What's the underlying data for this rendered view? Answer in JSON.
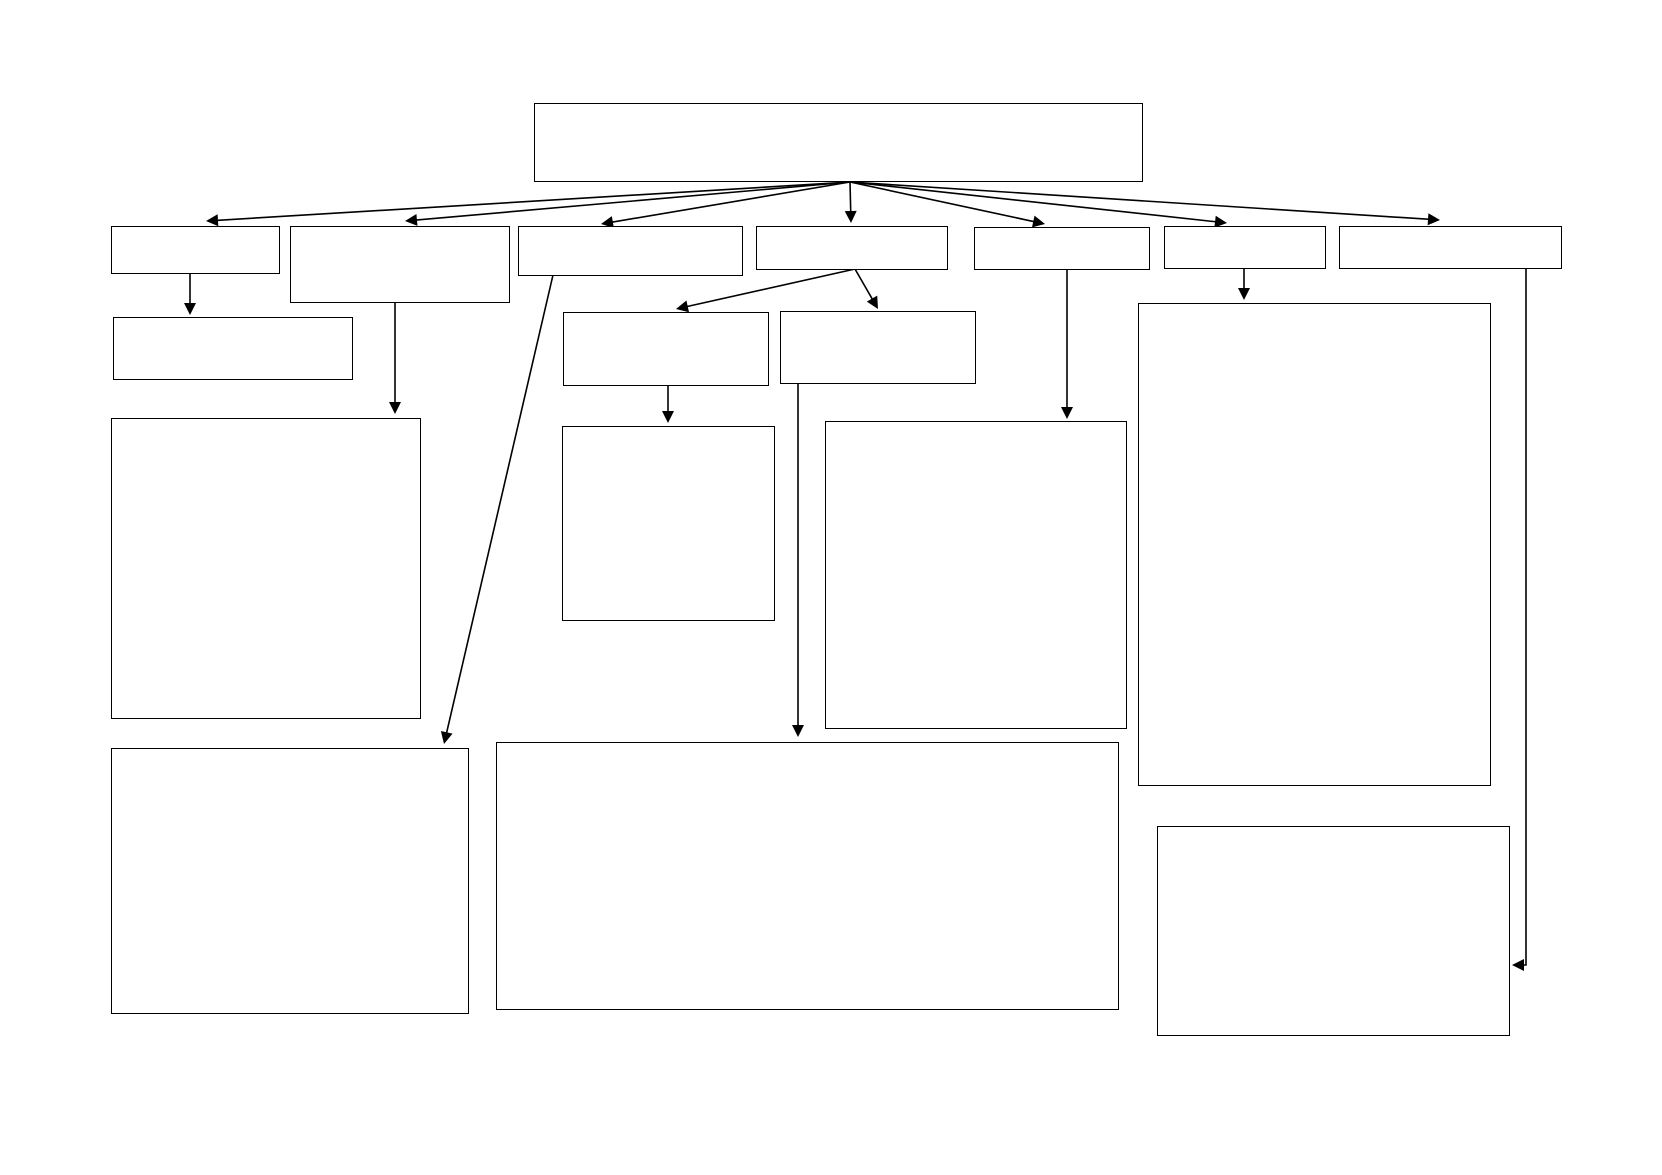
{
  "diagram": {
    "type": "flowchart-template",
    "line_color": "#000000",
    "box_fill": "#ffffff",
    "nodes": [
      {
        "id": "root"
      },
      {
        "id": "level1-box-1"
      },
      {
        "id": "level1-box-2"
      },
      {
        "id": "level1-box-3"
      },
      {
        "id": "level1-box-4"
      },
      {
        "id": "level1-box-5"
      },
      {
        "id": "level1-box-6"
      },
      {
        "id": "level1-box-7"
      },
      {
        "id": "box-1a"
      },
      {
        "id": "box-2a"
      },
      {
        "id": "box-3a"
      },
      {
        "id": "box-4a"
      },
      {
        "id": "box-4b"
      },
      {
        "id": "box-4a-child"
      },
      {
        "id": "box-4b-child"
      },
      {
        "id": "box-5a"
      },
      {
        "id": "box-6a"
      },
      {
        "id": "box-7a"
      }
    ],
    "edges": [
      {
        "from": "root",
        "to": "level1-box-1"
      },
      {
        "from": "root",
        "to": "level1-box-2"
      },
      {
        "from": "root",
        "to": "level1-box-3"
      },
      {
        "from": "root",
        "to": "level1-box-4"
      },
      {
        "from": "root",
        "to": "level1-box-5"
      },
      {
        "from": "root",
        "to": "level1-box-6"
      },
      {
        "from": "root",
        "to": "level1-box-7"
      },
      {
        "from": "level1-box-1",
        "to": "box-1a"
      },
      {
        "from": "level1-box-2",
        "to": "box-2a"
      },
      {
        "from": "level1-box-3",
        "to": "box-3a"
      },
      {
        "from": "level1-box-4",
        "to": "box-4a"
      },
      {
        "from": "level1-box-4",
        "to": "box-4b"
      },
      {
        "from": "box-4a",
        "to": "box-4a-child"
      },
      {
        "from": "box-4b",
        "to": "box-4b-child"
      },
      {
        "from": "level1-box-5",
        "to": "box-5a"
      },
      {
        "from": "level1-box-6",
        "to": "box-6a"
      },
      {
        "from": "level1-box-7",
        "to": "box-7a"
      }
    ]
  }
}
